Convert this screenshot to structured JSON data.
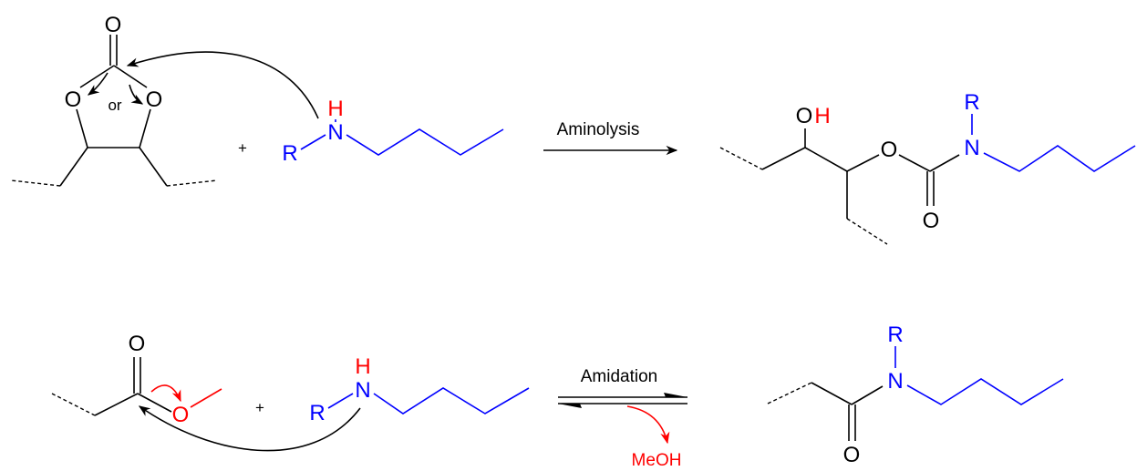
{
  "colors": {
    "bond": "#000000",
    "amine": "#0000ff",
    "proton": "#ff0000",
    "leaving_group": "#ff0000"
  },
  "reaction1": {
    "reactant1": {
      "carbonyl_O": "O",
      "ring_O_left": "O",
      "ring_O_right": "O",
      "or_text": "or"
    },
    "plus": "+",
    "amine": {
      "H": "H",
      "N": "N",
      "R": "R"
    },
    "arrow_label": "Aminolysis",
    "product": {
      "O_hydroxyl": "O",
      "H_hydroxyl": "H",
      "O_ester": "O",
      "O_carbonyl": "O",
      "N": "N",
      "R": "R"
    }
  },
  "reaction2": {
    "reactant1": {
      "carbonyl_O": "O",
      "ester_O": "O"
    },
    "plus": "+",
    "amine": {
      "H": "H",
      "N": "N",
      "R": "R"
    },
    "arrow_label": "Amidation",
    "byproduct": "MeOH",
    "product": {
      "O_carbonyl": "O",
      "N": "N",
      "R": "R"
    }
  }
}
